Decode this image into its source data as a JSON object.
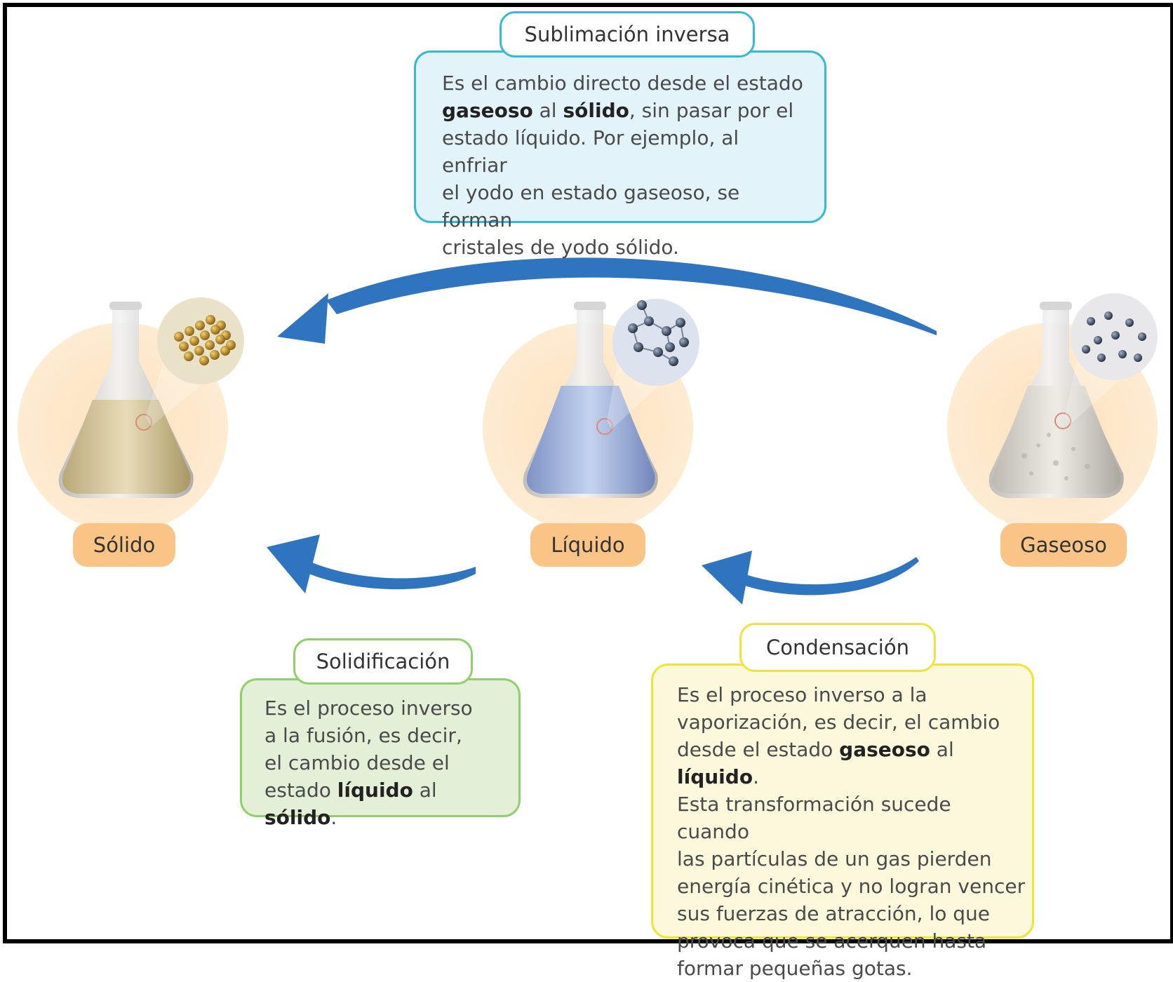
{
  "states": [
    {
      "id": "solid",
      "label": "Sólido"
    },
    {
      "id": "liquid",
      "label": "Líquido"
    },
    {
      "id": "gas",
      "label": "Gaseoso"
    }
  ],
  "cards": {
    "sublimacion": {
      "title": "Sublimación inversa",
      "lines": [
        [
          {
            "t": "Es el cambio directo desde el estado"
          }
        ],
        [
          {
            "t": "gaseoso",
            "b": true
          },
          {
            "t": " al "
          },
          {
            "t": "sólido",
            "b": true
          },
          {
            "t": ", sin pasar por el"
          }
        ],
        [
          {
            "t": "estado líquido. Por ejemplo, al enfriar"
          }
        ],
        [
          {
            "t": "el yodo en estado gaseoso, se forman"
          }
        ],
        [
          {
            "t": "cristales de yodo sólido."
          }
        ]
      ],
      "color": "#35b9d6",
      "fill": "#e2f3fa"
    },
    "solidificacion": {
      "title": "Solidificación",
      "lines": [
        [
          {
            "t": "Es el proceso inverso"
          }
        ],
        [
          {
            "t": "a la fusión, es decir,"
          }
        ],
        [
          {
            "t": "el cambio desde el"
          }
        ],
        [
          {
            "t": " estado "
          },
          {
            "t": "líquido",
            "b": true
          },
          {
            "t": " al "
          },
          {
            "t": "sólido",
            "b": true
          },
          {
            "t": "."
          }
        ]
      ],
      "color": "#8fd06b",
      "fill": "#e3efd6"
    },
    "condensacion": {
      "title": "Condensación",
      "lines": [
        [
          {
            "t": "Es el proceso inverso a la"
          }
        ],
        [
          {
            "t": "vaporización, es decir, el cambio"
          }
        ],
        [
          {
            "t": "desde el estado "
          },
          {
            "t": "gaseoso",
            "b": true
          },
          {
            "t": " al "
          },
          {
            "t": "líquido",
            "b": true
          },
          {
            "t": "."
          }
        ],
        [
          {
            "t": "Esta transformación sucede cuando"
          }
        ],
        [
          {
            "t": "las partículas de un gas pierden"
          }
        ],
        [
          {
            "t": "energía cinética y no logran vencer"
          }
        ],
        [
          {
            "t": "sus fuerzas de atracción, lo que"
          }
        ],
        [
          {
            "t": "provoca que se acerquen hasta"
          }
        ],
        [
          {
            "t": " formar pequeñas gotas."
          }
        ]
      ],
      "color": "#f2e338",
      "fill": "#fbf8dc"
    }
  },
  "colors": {
    "arrow": "#2f74bf",
    "halo": "#fde6c4",
    "label_bg": "#f9c486",
    "solid_fill": "#d8c9a0",
    "liquid_fill": "#a9bde0",
    "gas_fill": "#d9d6cf"
  }
}
